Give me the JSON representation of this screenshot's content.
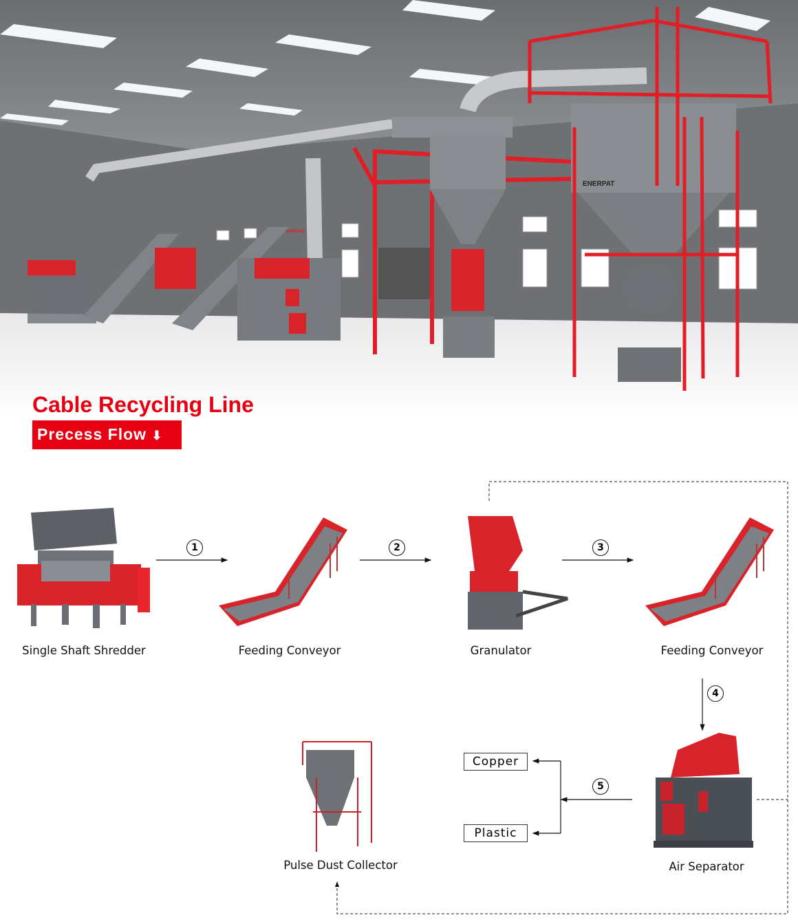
{
  "hero": {
    "logo_text": "ENERPAT"
  },
  "header": {
    "title": "Cable Recycling Line",
    "subtitle": "Precess Flow",
    "subtitle_icon": "double-chevron-down-icon"
  },
  "colors": {
    "accent": "#e60012",
    "machine_red": "#d9232a",
    "machine_gray": "#5a5e63"
  },
  "flow": {
    "machines": [
      {
        "label": "Single Shaft Shredder"
      },
      {
        "label": "Feeding Conveyor"
      },
      {
        "label": "Granulator"
      },
      {
        "label": "Feeding Conveyor"
      },
      {
        "label": "Air Separator"
      },
      {
        "label": "Pulse Dust Collector"
      }
    ],
    "steps": [
      "1",
      "2",
      "3",
      "4",
      "5"
    ],
    "outputs": [
      "Copper",
      "Plastic"
    ]
  }
}
